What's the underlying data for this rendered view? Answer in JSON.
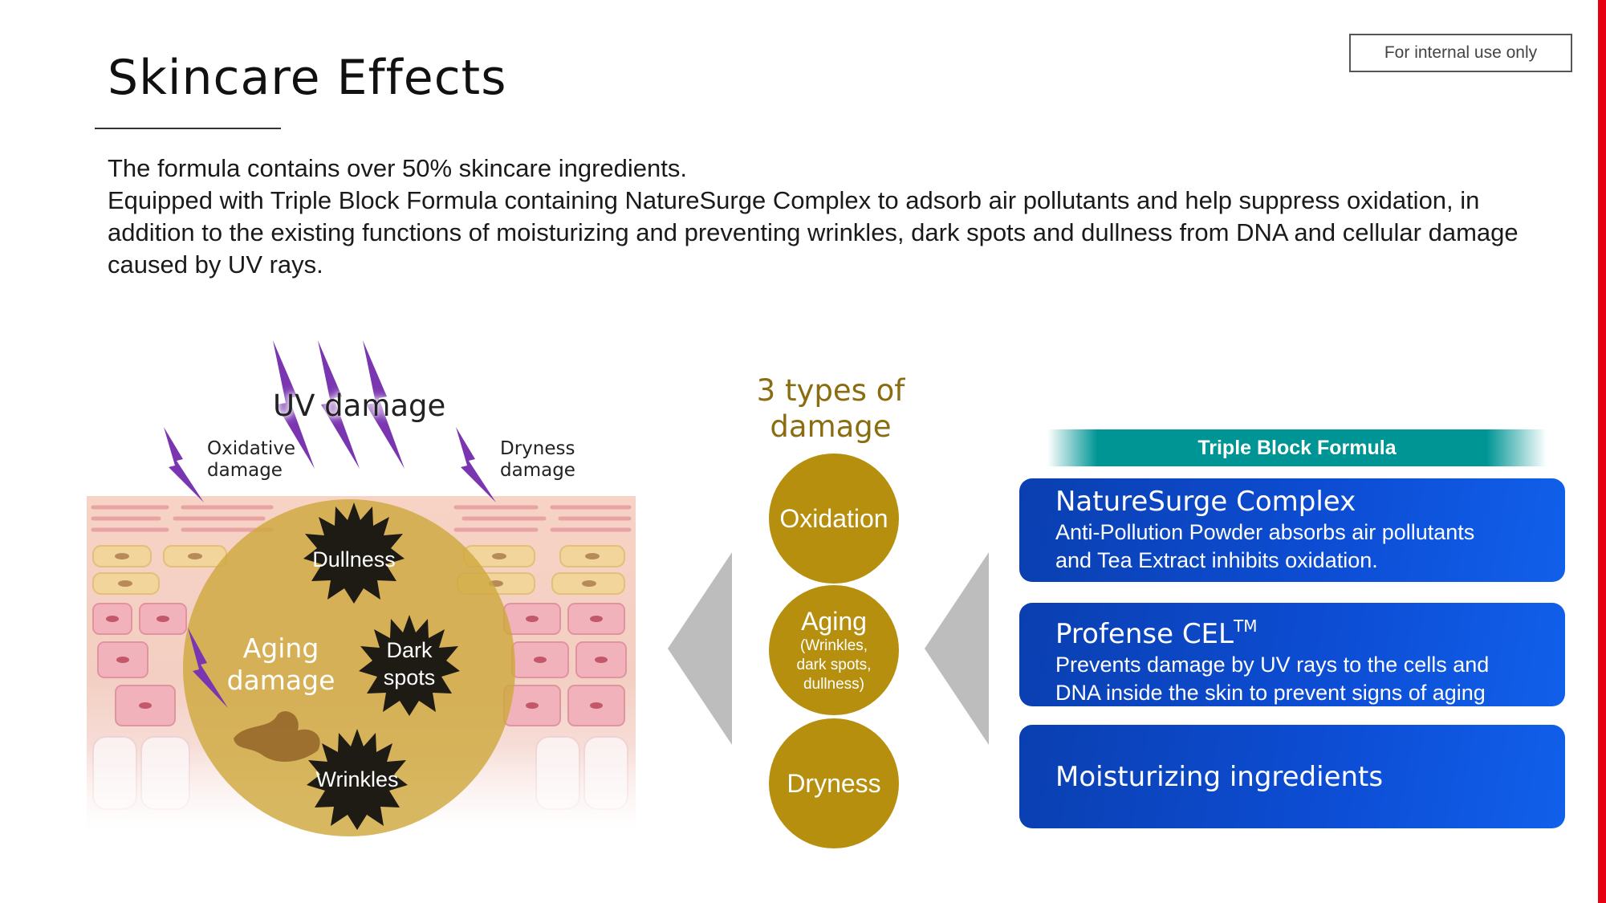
{
  "badge": "For internal use only",
  "title": "Skincare Effects",
  "intro": {
    "line1": "The formula contains over 50% skincare ingredients.",
    "line2": "Equipped with Triple Block Formula containing NatureSurge Complex to adsorb air pollutants and help suppress oxidation, in addition to the existing functions of moisturizing and preventing wrinkles, dark spots and dullness from DNA and cellular damage caused by UV rays."
  },
  "illustration": {
    "uv_title": "UV damage",
    "oxidative": "Oxidative\ndamage",
    "dryness": "Dryness\ndamage",
    "aging": "Aging\ndamage",
    "dullness": "Dullness",
    "dark_spots": "Dark\nspots",
    "wrinkles": "Wrinkles"
  },
  "middle": {
    "heading": "3 types of\ndamage",
    "circles": [
      {
        "name": "Oxidation",
        "sub": ""
      },
      {
        "name": "Aging",
        "sub": "(Wrinkles,\ndark spots,\ndullness)"
      },
      {
        "name": "Dryness",
        "sub": ""
      }
    ]
  },
  "right": {
    "banner": "Triple Block Formula",
    "features": [
      {
        "name": "NatureSurge Complex",
        "tm": "",
        "desc": "Anti-Pollution Powder absorbs air pollutants\nand Tea Extract inhibits oxidation."
      },
      {
        "name": "Profense CEL",
        "tm": "TM",
        "desc": "Prevents damage by UV rays to the cells and\nDNA inside the skin to prevent signs of aging"
      },
      {
        "name": "Moisturizing ingredients",
        "tm": "",
        "desc": ""
      }
    ]
  },
  "colors": {
    "accent_red": "#e60012",
    "gold": "#b78f0f",
    "heading_gold": "#8a6d10",
    "blue": "#0d4ed6",
    "teal": "#009595",
    "purple": "#7a35b0"
  }
}
